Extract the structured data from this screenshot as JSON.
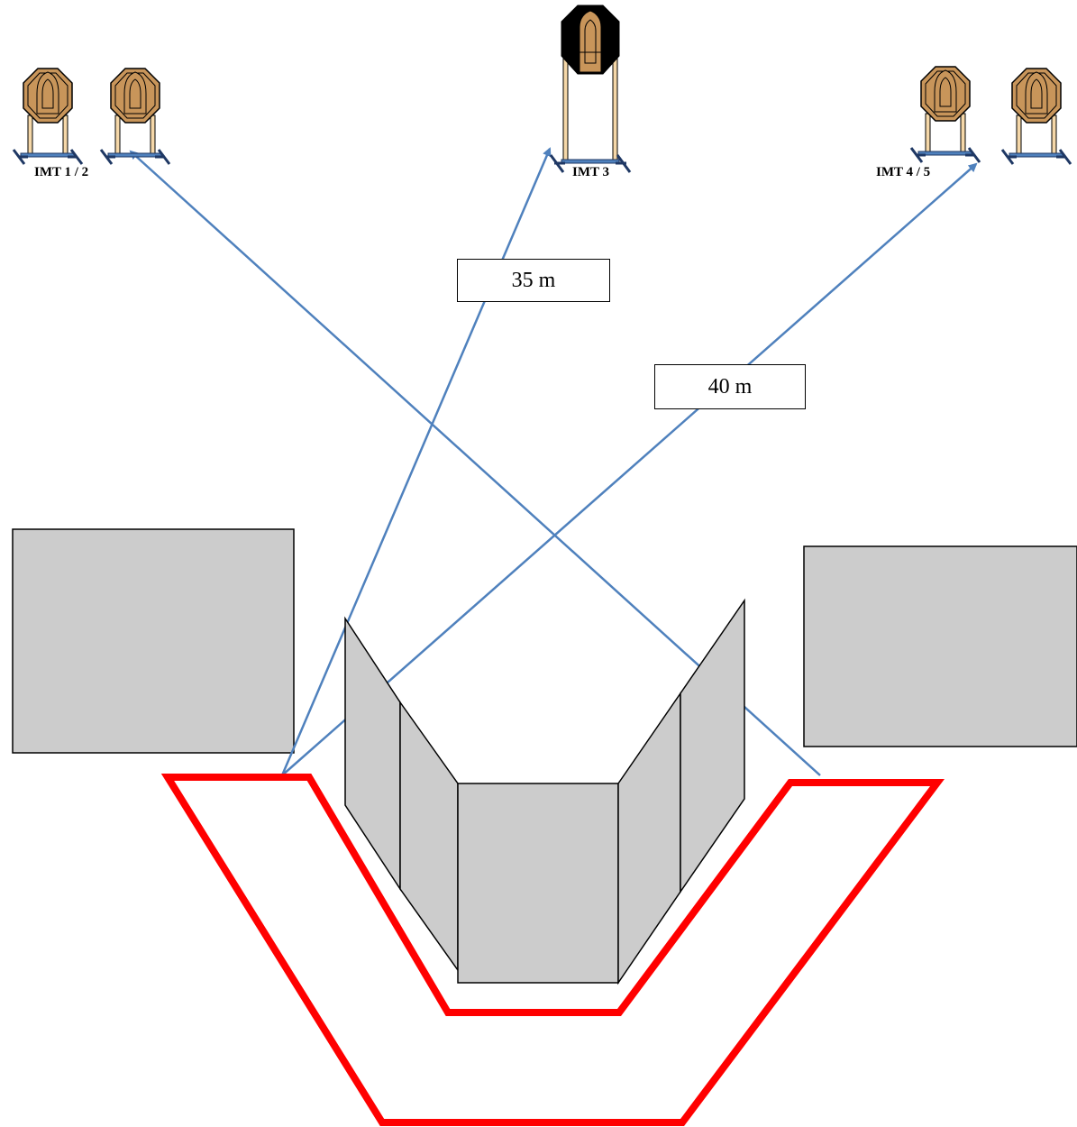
{
  "targets": {
    "group_left": {
      "label": "IMT 1 / 2"
    },
    "group_center": {
      "label": "IMT 3"
    },
    "group_right": {
      "label": "IMT 4 / 5"
    }
  },
  "distances": {
    "center": "35 m",
    "right": "40 m"
  },
  "colors": {
    "arrow": "#4f81bd",
    "fault_line": "#ff0000",
    "barricade": "#cccccc",
    "target_brown": "#c8955a",
    "stand": "#f5d7a8",
    "stand_base": "#1f3864"
  }
}
